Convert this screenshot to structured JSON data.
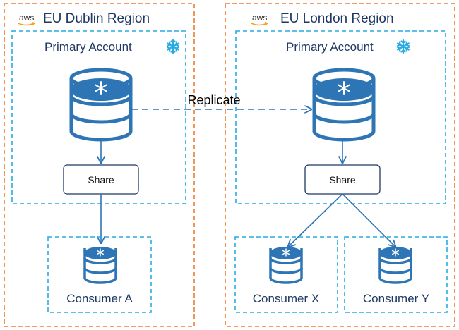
{
  "regions": [
    {
      "title": "EU Dublin Region",
      "provider": "aws",
      "account": {
        "title": "Primary Account",
        "share_label": "Share"
      },
      "consumers": [
        "Consumer A"
      ]
    },
    {
      "title": "EU London Region",
      "provider": "aws",
      "account": {
        "title": "Primary Account",
        "share_label": "Share"
      },
      "consumers": [
        "Consumer X",
        "Consumer Y"
      ]
    }
  ],
  "replication": {
    "label": "Replicate"
  },
  "colors": {
    "region_border": "#ed7d31",
    "account_border": "#29abe2",
    "database_outline": "#2e75b6",
    "database_fill": "#ffffff",
    "database_top": "#2e75b6",
    "snowflake": "#29abe2",
    "aws_smile": "#f7a11a",
    "connector": "#2e75b6",
    "share_box_border": "#1f3864"
  }
}
